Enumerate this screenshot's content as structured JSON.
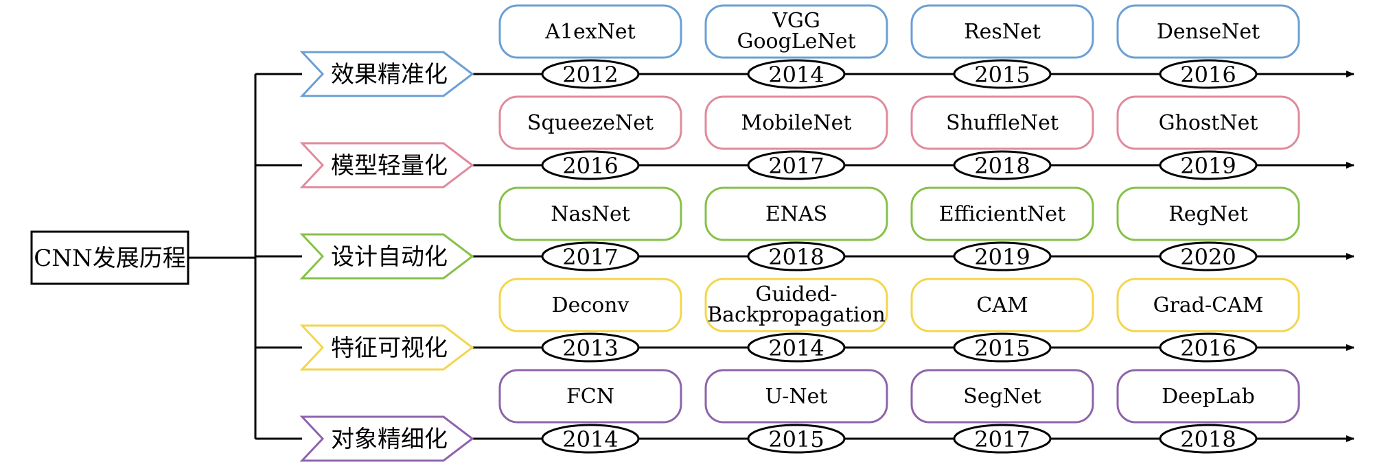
{
  "root": {
    "label": "CNN发展历程"
  },
  "colors": {
    "line": "#000000",
    "blue": "#6b9fd4",
    "pink": "#e08a9c",
    "green": "#86c04a",
    "yellow": "#f3d64c",
    "purple": "#8e63ab"
  },
  "rows": [
    {
      "category": "效果精准化",
      "color": "#6b9fd4",
      "items": [
        {
          "model": [
            "A1exNet"
          ],
          "year": "2012"
        },
        {
          "model": [
            "VGG",
            "GoogLeNet"
          ],
          "year": "2014"
        },
        {
          "model": [
            "ResNet"
          ],
          "year": "2015"
        },
        {
          "model": [
            "DenseNet"
          ],
          "year": "2016"
        }
      ]
    },
    {
      "category": "模型轻量化",
      "color": "#e08a9c",
      "items": [
        {
          "model": [
            "SqueezeNet"
          ],
          "year": "2016"
        },
        {
          "model": [
            "MobileNet"
          ],
          "year": "2017"
        },
        {
          "model": [
            "ShuffleNet"
          ],
          "year": "2018"
        },
        {
          "model": [
            "GhostNet"
          ],
          "year": "2019"
        }
      ]
    },
    {
      "category": "设计自动化",
      "color": "#86c04a",
      "items": [
        {
          "model": [
            "NasNet"
          ],
          "year": "2017"
        },
        {
          "model": [
            "ENAS"
          ],
          "year": "2018"
        },
        {
          "model": [
            "EfficientNet"
          ],
          "year": "2019"
        },
        {
          "model": [
            "RegNet"
          ],
          "year": "2020"
        }
      ]
    },
    {
      "category": "特征可视化",
      "color": "#f3d64c",
      "items": [
        {
          "model": [
            "Deconv"
          ],
          "year": "2013"
        },
        {
          "model": [
            "Guided-",
            "Backpropagation"
          ],
          "year": "2014"
        },
        {
          "model": [
            "CAM"
          ],
          "year": "2015"
        },
        {
          "model": [
            "Grad-CAM"
          ],
          "year": "2016"
        }
      ]
    },
    {
      "category": "对象精细化",
      "color": "#8e63ab",
      "items": [
        {
          "model": [
            "FCN"
          ],
          "year": "2014"
        },
        {
          "model": [
            "U-Net"
          ],
          "year": "2015"
        },
        {
          "model": [
            "SegNet"
          ],
          "year": "2017"
        },
        {
          "model": [
            "DeepLab"
          ],
          "year": "2018"
        }
      ]
    }
  ]
}
